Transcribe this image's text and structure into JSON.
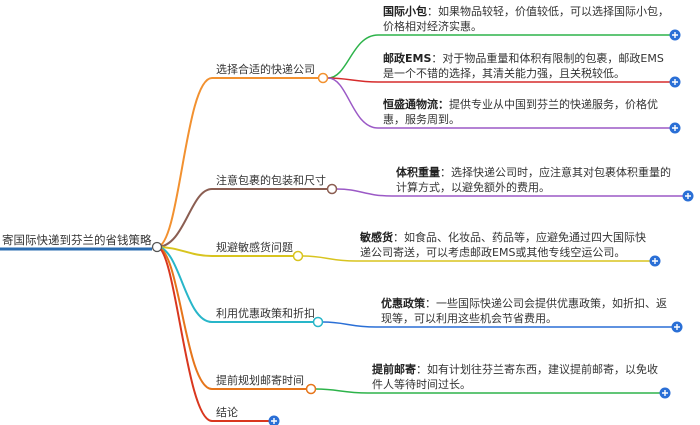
{
  "root": {
    "label": "寄国际快递到芬兰的省钱策略"
  },
  "branches": [
    {
      "label": "选择合适的快递公司",
      "children": [
        {
          "title": "国际小包",
          "text": "：如果物品较轻，价值较低，可以选择国际小包，价格相对经济实惠。"
        },
        {
          "title": "邮政EMS",
          "text": "：对于物品重量和体积有限制的包裹，邮政EMS是一个不错的选择，其清关能力强，且关税较低。"
        },
        {
          "title": "恒盛通物流：",
          "text": "提供专业从中国到芬兰的快递服务，价格优惠，服务周到。"
        }
      ]
    },
    {
      "label": "注意包裹的包装和尺寸",
      "children": [
        {
          "title": "体积重量",
          "text": "：选择快递公司时，应注意其对包裹体积重量的计算方式，以避免额外的费用。"
        }
      ]
    },
    {
      "label": "规避敏感货问题",
      "children": [
        {
          "title": "敏感货",
          "text": "：如食品、化妆品、药品等，应避免通过四大国际快递公司寄送，可以考虑邮政EMS或其他专线空运公司。"
        }
      ]
    },
    {
      "label": "利用优惠政策和折扣",
      "children": [
        {
          "title": "优惠政策",
          "text": "：一些国际快递公司会提供优惠政策，如折扣、返现等，可以利用这些机会节省费用。"
        }
      ]
    },
    {
      "label": "提前规划邮寄时间",
      "children": [
        {
          "title": "提前邮寄",
          "text": "：如有计划往芬兰寄东西，建议提前邮寄，以免收件人等待时间过长。"
        }
      ]
    },
    {
      "label": "结论",
      "children": []
    }
  ],
  "colors": {
    "root_line": "#2b6cb0",
    "branch1": "#f29130",
    "branch2": "#8b5e52",
    "branch3": "#d8c41f",
    "branch4": "#28b6c9",
    "branch5": "#e6751b",
    "branch6": "#d9371f",
    "leaf_green": "#2db34a",
    "leaf_red": "#d62b2b",
    "leaf_purple": "#9b59c6",
    "leaf_blue": "#2a6fd6",
    "expand_button": "#2a6fd6"
  },
  "icons": {
    "expand": "plus-circle-icon",
    "node": "ring-node-icon"
  }
}
